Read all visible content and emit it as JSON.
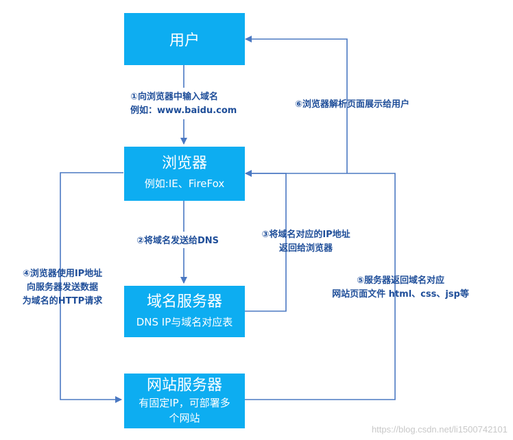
{
  "nodes": {
    "user": {
      "title": "用户"
    },
    "browser": {
      "title": "浏览器",
      "subtitle": "例如:IE、FireFox"
    },
    "dns": {
      "title": "域名服务器",
      "subtitle": "DNS IP与域名对应表"
    },
    "web": {
      "title": "网站服务器",
      "subtitle_line1": "有固定IP，可部署多",
      "subtitle_line2": "个网站"
    }
  },
  "edges": {
    "step1": {
      "line1": "①向浏览器中输入域名",
      "line2": "例如：www.baidu.com"
    },
    "step2": {
      "line1": "②将域名发送给DNS"
    },
    "step3": {
      "line1": "③将域名对应的IP地址",
      "line2": "返回给浏览器"
    },
    "step4": {
      "line1": "④浏览器使用IP地址",
      "line2": "向服务器发送数据",
      "line3": "为域名的HTTP请求"
    },
    "step5": {
      "line1": "⑤服务器返回域名对应",
      "line2": "网站页面文件 html、css、jsp等"
    },
    "step6": {
      "line1": "⑥浏览器解析页面展示给用户"
    }
  },
  "watermark": "https://blog.csdn.net/li1500742101",
  "colors": {
    "node_fill": "#0dadf1",
    "arrow": "#4a78c2",
    "label_text": "#1f4e99"
  }
}
